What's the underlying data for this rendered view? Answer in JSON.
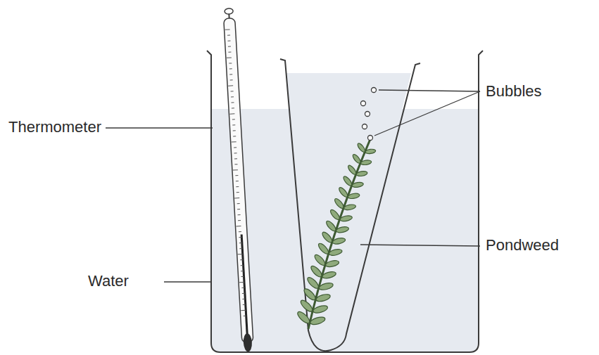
{
  "diagram": {
    "labels": [
      "Bubbles",
      "Thermometer",
      "Pondweed",
      "Water"
    ]
  }
}
